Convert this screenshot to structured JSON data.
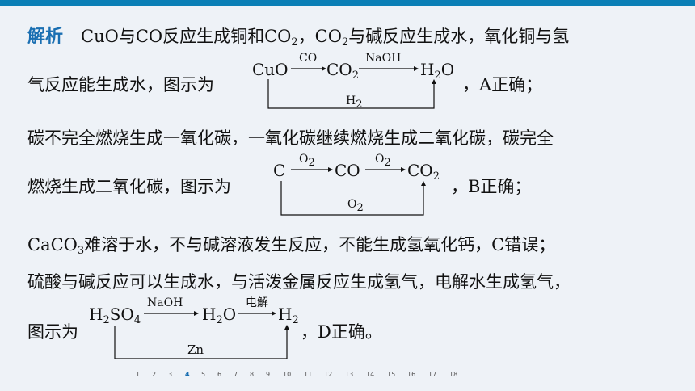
{
  "label": "解析",
  "a": {
    "line1_pre": "CuO与CO反应生成铜和CO",
    "line1_mid": "，CO",
    "line1_post": "与碱反应生成水，氧化铜与氢",
    "sub2": "2",
    "line2_pre": "气反应能生成水，图示为",
    "line2_post": "，A正确；",
    "scheme": {
      "s1": "CuO",
      "r1": "CO",
      "s2": "CO",
      "s2sub": "2",
      "r2": "NaOH",
      "s3a": "H",
      "s3sub": "2",
      "s3b": "O",
      "bottom": "H",
      "bottom_sub": "2"
    }
  },
  "b": {
    "line1": "碳不完全燃烧生成一氧化碳，一氧化碳继续燃烧生成二氧化碳，碳完全",
    "line2_pre": "燃烧生成二氧化碳，图示为",
    "line2_post": "，B正确；",
    "scheme": {
      "s1": "C",
      "r1": "O",
      "r1sub": "2",
      "s2": "CO",
      "r2": "O",
      "r2sub": "2",
      "s3": "CO",
      "s3sub": "2",
      "bottom": "O",
      "bottom_sub": "2"
    }
  },
  "c": {
    "pre": "CaCO",
    "sub": "3",
    "post": "难溶于水，不与碱溶液发生反应，不能生成氢氧化钙，C错误；"
  },
  "d": {
    "line1": "硫酸与碱反应可以生成水，与活泼金属反应生成氢气，电解水生成氢气，",
    "line2_pre": "图示为",
    "line2_post": "，D正确。",
    "scheme": {
      "s1a": "H",
      "s1sub1": "2",
      "s1b": "SO",
      "s1sub2": "4",
      "r1": "NaOH",
      "s2a": "H",
      "s2sub": "2",
      "s2b": "O",
      "r2": "电解",
      "s3": "H",
      "s3sub": "2",
      "bottom": "Zn"
    }
  },
  "pagination": {
    "pages": [
      "1",
      "2",
      "3",
      "4",
      "5",
      "6",
      "7",
      "8",
      "9",
      "10",
      "11",
      "12",
      "13",
      "14",
      "15",
      "16",
      "17",
      "18"
    ],
    "current": "4"
  },
  "colors": {
    "accent": "#0a7fb6",
    "label": "#1a6fb2",
    "background": "#eef2f7"
  }
}
